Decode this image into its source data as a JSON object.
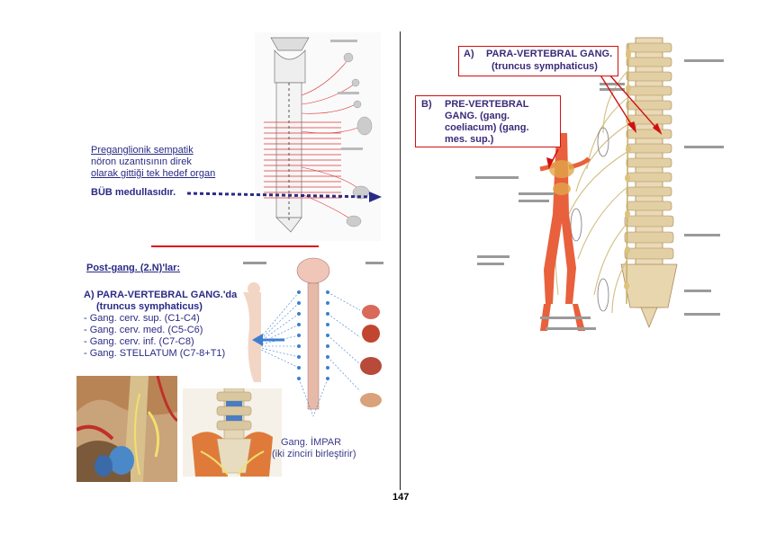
{
  "right_figure": {
    "box_a": {
      "letter": "A)",
      "line1": "PARA-VERTEBRAL GANG.",
      "line2": "(truncus symphaticus)"
    },
    "box_b": {
      "letter": "B)",
      "line1": "PRE-VERTEBRAL",
      "line2": "GANG. (gang.",
      "line3": "coeliacum) (gang.",
      "line4": "mes. sup.)"
    }
  },
  "top_left_note": {
    "line1": "Preganglionik sempatik",
    "line2": "nöron uzantısının direk",
    "line3": "olarak gittiği tek hedef organ",
    "line4": "BÜB medullasıdır."
  },
  "postgang": {
    "heading": "Post-gang. (2.N)'lar:",
    "subheading": "A) PARA-VERTEBRAL GANG.'da",
    "subline": "(truncus symphaticus)",
    "items": [
      "- Gang. cerv. sup. (C1-C4)",
      "- Gang. cerv. med. (C5-C6)",
      "- Gang. cerv. inf. (C7-C8)",
      "- Gang. STELLATUM (C7-8+T1)"
    ],
    "impar_line1": "Gang. İMPAR",
    "impar_line2": "(iki zinciri birleştirir)"
  },
  "page_number": "147",
  "colors": {
    "accent_red": "#d01010",
    "text_blue": "#2a2a86",
    "bone": "#e8dcc0",
    "vessel": "#e8603c"
  }
}
